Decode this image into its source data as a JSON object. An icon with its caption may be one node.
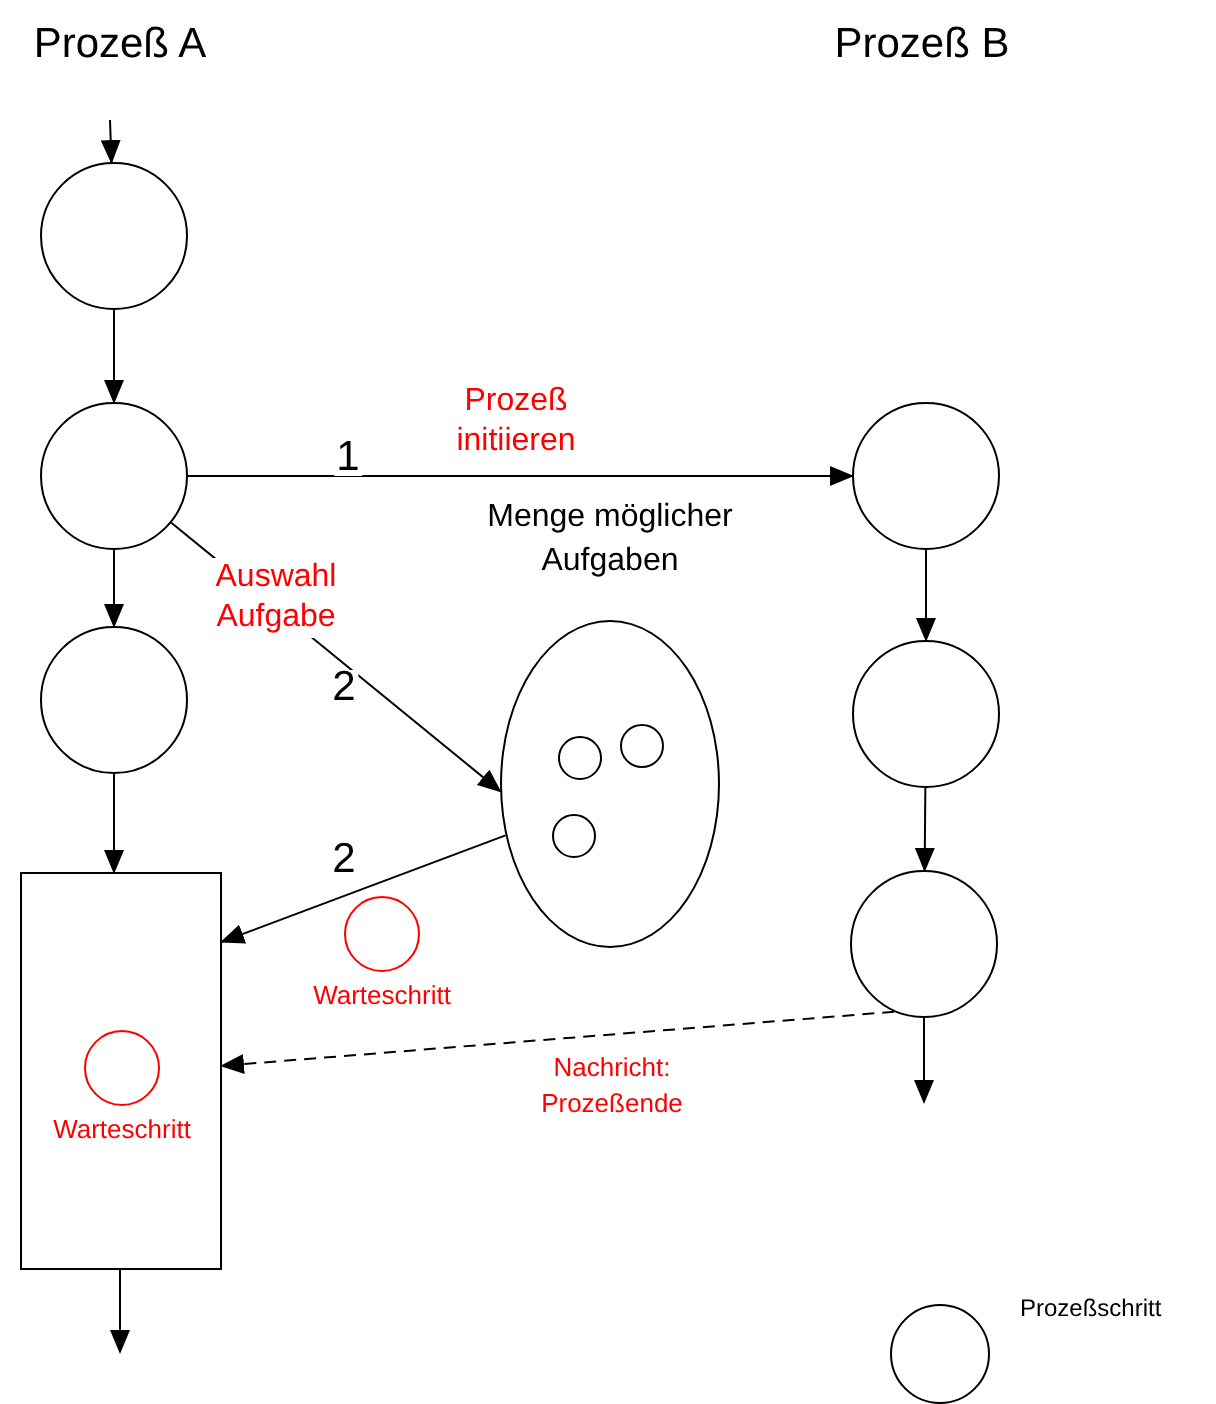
{
  "diagram": {
    "nodes": [
      {
        "text": [],
        "shape": "circle"
      },
      {
        "text": [],
        "shape": "circle"
      },
      {
        "text": [],
        "shape": "circle"
      },
      {
        "text": [],
        "shape": "box"
      },
      {
        "text": [],
        "shape": "circle",
        "in": 3,
        "beside": [
          "Warteschritt"
        ]
      },
      {
        "text": [],
        "shape": "circle",
        "beside": [
          "Warteschritt"
        ]
      },
      {
        "text": [
          "Menge möglicher Aufgaben"
        ]
      },
      {
        "text": [],
        "shape": "circle",
        "in": 6
      },
      {
        "text": [],
        "shape": "circle",
        "in": 6
      },
      {
        "text": [],
        "shape": "circle",
        "in": 6
      },
      {
        "text": [],
        "shape": "circle"
      },
      {
        "text": [],
        "shape": "circle"
      },
      {
        "text": [],
        "shape": "circle"
      }
    ],
    "edges": [
      {
        "from": null,
        "to": 0,
        "arrow": "to"
      },
      {
        "from": 0,
        "to": 1,
        "arrow": "to"
      },
      {
        "from": 1,
        "to": 2,
        "arrow": "to"
      },
      {
        "from": 2,
        "to": 3,
        "arrow": "to"
      },
      {
        "from": 1,
        "to": 10,
        "arrow": "to",
        "label": "1"
      },
      {
        "from": 1,
        "to": 6,
        "arrow": "to",
        "label": "2"
      },
      {
        "from": 6,
        "to": 3,
        "arrow": "to",
        "label": "2"
      },
      {
        "from": 10,
        "to": 11,
        "arrow": "to"
      },
      {
        "from": 11,
        "to": 12,
        "arrow": "to"
      },
      {
        "from": 12,
        "to": null,
        "arrow": "to"
      },
      {
        "from": 3,
        "to": null,
        "arrow": "to"
      },
      {
        "from": 12,
        "to": 3,
        "arrow": "to",
        "label": "Nachricht: Prozeßende",
        "style": "dashed"
      }
    ],
    "labels": [
      "Prozeß A",
      "Prozeß B",
      "Prozeß initiieren",
      "Auswahl Aufgabe"
    ],
    "legend": [
      {
        "text": "Prozeßschritt"
      }
    ]
  }
}
